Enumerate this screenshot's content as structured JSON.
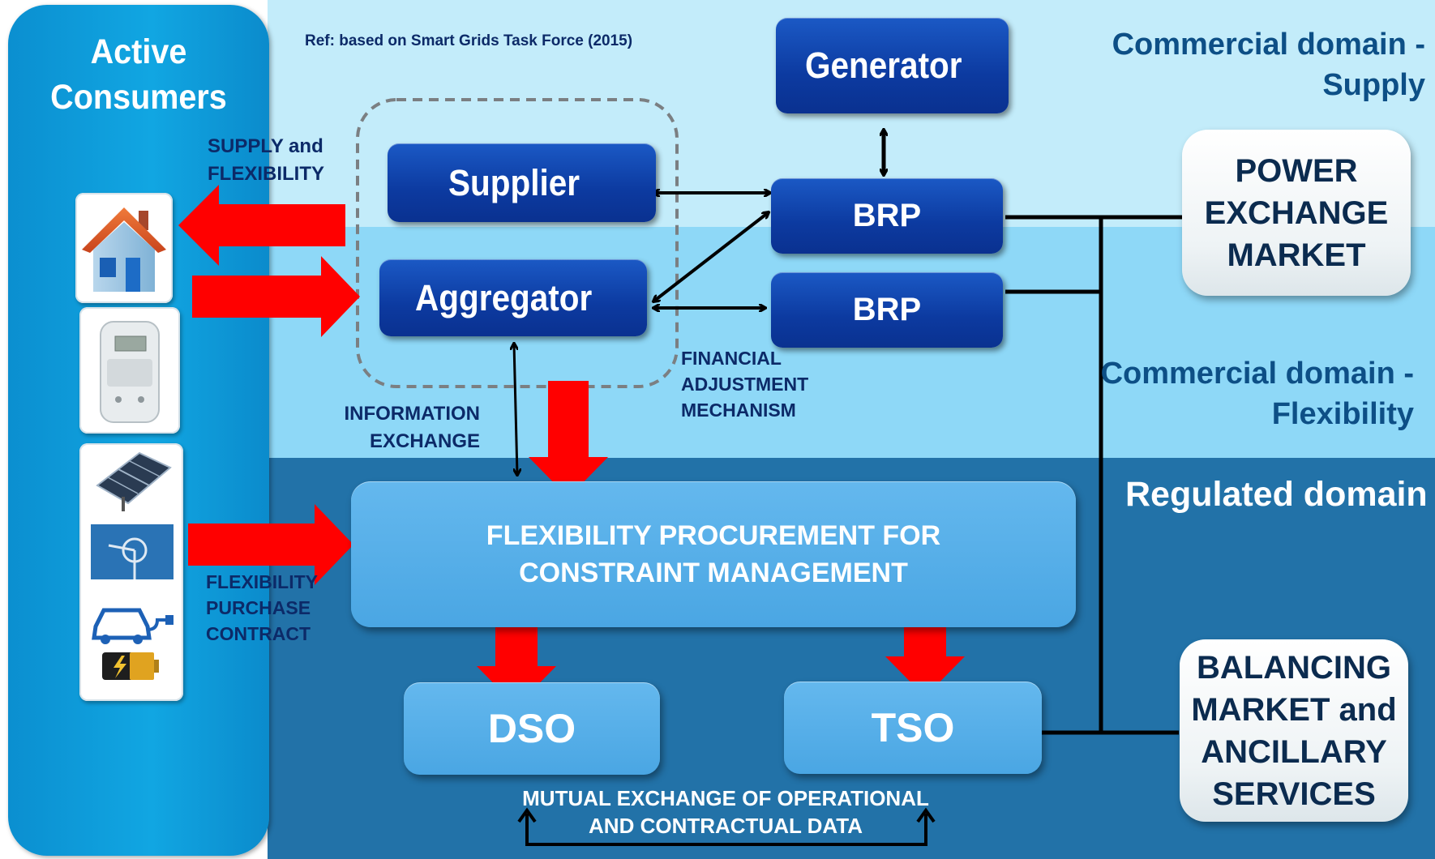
{
  "ref_note": "Ref: based on Smart Grids Task Force (2015)",
  "active_consumers": "Active Consumers",
  "domains": {
    "supply": "Commercial domain - Supply",
    "flexibility": "Commercial domain - Flexibility",
    "regulated": "Regulated domain"
  },
  "boxes": {
    "generator": "Generator",
    "supplier": "Supplier",
    "aggregator": "Aggregator",
    "brp_top": "BRP",
    "brp_bottom": "BRP",
    "procurement_line1": "FLEXIBILITY PROCUREMENT FOR",
    "procurement_line2": "CONSTRAINT MANAGEMENT",
    "dso": "DSO",
    "tso": "TSO",
    "power_exchange": [
      "POWER",
      "EXCHANGE",
      "MARKET"
    ],
    "balancing": [
      "BALANCING",
      "MARKET and",
      "ANCILLARY",
      "SERVICES"
    ]
  },
  "labels": {
    "supply_flex": [
      "SUPPLY and",
      "FLEXIBILITY"
    ],
    "info_exchange": [
      "INFORMATION",
      "EXCHANGE"
    ],
    "financial_adjustment": [
      "FINANCIAL",
      "ADJUSTMENT",
      "MECHANISM"
    ],
    "flex_purchase": [
      "FLEXIBILITY",
      "PURCHASE",
      "CONTRACT"
    ],
    "mutual_exchange": [
      "MUTUAL EXCHANGE OF OPERATIONAL",
      "AND CONTRACTUAL DATA"
    ]
  },
  "icons": [
    "house-icon",
    "smart-meter-icon",
    "solar-panel-icon",
    "wind-turbine-icon",
    "electric-car-icon",
    "battery-icon"
  ],
  "colors": {
    "red_arrow": "#ff0000",
    "dark_box": "#0c3aa0",
    "light_box": "#4aa6e3",
    "supply_band": "#c3ecfa",
    "flex_band": "#8ed8f7",
    "regulated_band": "#2272a8"
  }
}
